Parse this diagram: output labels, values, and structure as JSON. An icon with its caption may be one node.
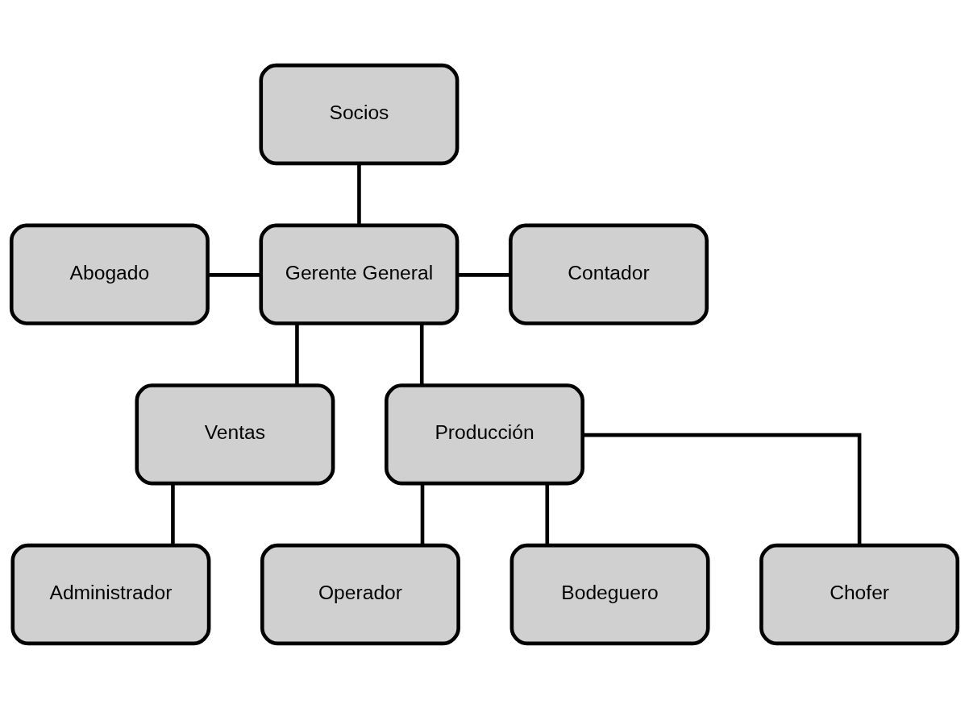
{
  "diagram": {
    "nodes": [
      {
        "text": [
          "Socios"
        ]
      },
      {
        "text": [
          "Abogado"
        ]
      },
      {
        "text": [
          "Gerente General"
        ]
      },
      {
        "text": [
          "Contador"
        ]
      },
      {
        "text": [
          "Ventas"
        ]
      },
      {
        "text": [
          "Producción"
        ]
      },
      {
        "text": [
          "Administrador"
        ]
      },
      {
        "text": [
          "Operador"
        ]
      },
      {
        "text": [
          "Bodeguero"
        ]
      },
      {
        "text": [
          "Chofer"
        ]
      }
    ],
    "edges": [
      {
        "from": 0,
        "to": 2,
        "arrow": "none"
      },
      {
        "from": 1,
        "to": 2,
        "arrow": "none"
      },
      {
        "from": 2,
        "to": 3,
        "arrow": "none"
      },
      {
        "from": 2,
        "to": 4,
        "arrow": "none"
      },
      {
        "from": 2,
        "to": 5,
        "arrow": "none"
      },
      {
        "from": 4,
        "to": 6,
        "arrow": "none"
      },
      {
        "from": 5,
        "to": 7,
        "arrow": "none"
      },
      {
        "from": 5,
        "to": 8,
        "arrow": "none"
      },
      {
        "from": 5,
        "to": 9,
        "arrow": "none"
      }
    ]
  }
}
